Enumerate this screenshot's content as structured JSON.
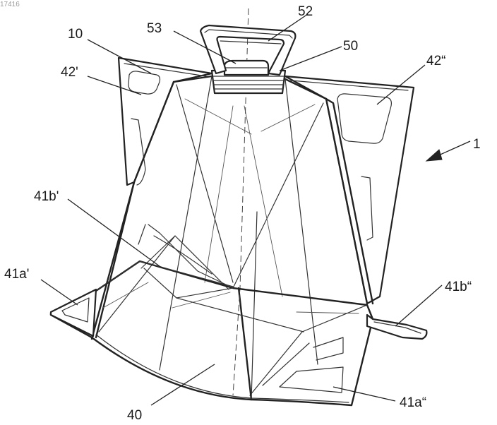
{
  "drawing_id": "17416",
  "labels": {
    "l52": "52",
    "l53": "53",
    "l50": "50",
    "l10": "10",
    "l42p": "42'",
    "l42pp": "42“",
    "l1": "1",
    "l41bp": "41b'",
    "l41ap": "41a'",
    "l41bpp": "41b“",
    "l41app": "41a“",
    "l40": "40"
  }
}
